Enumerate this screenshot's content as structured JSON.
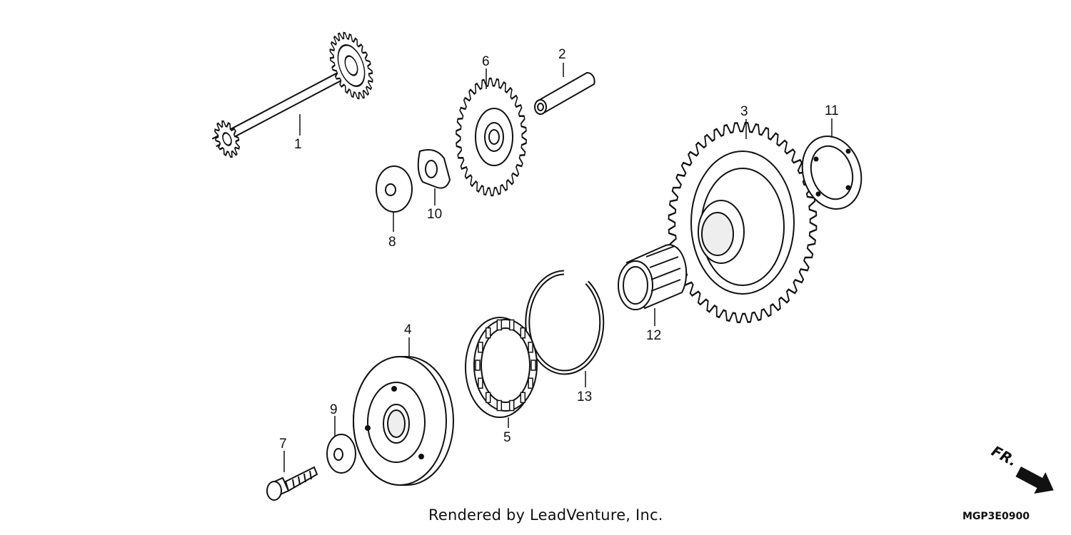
{
  "diagram": {
    "callouts": [
      "1",
      "2",
      "3",
      "4",
      "5",
      "6",
      "7",
      "8",
      "9",
      "10",
      "11",
      "12",
      "13"
    ],
    "direction_label": "FR.",
    "credit": "Rendered by LeadVenture, Inc.",
    "code": "MGP3E0900"
  }
}
